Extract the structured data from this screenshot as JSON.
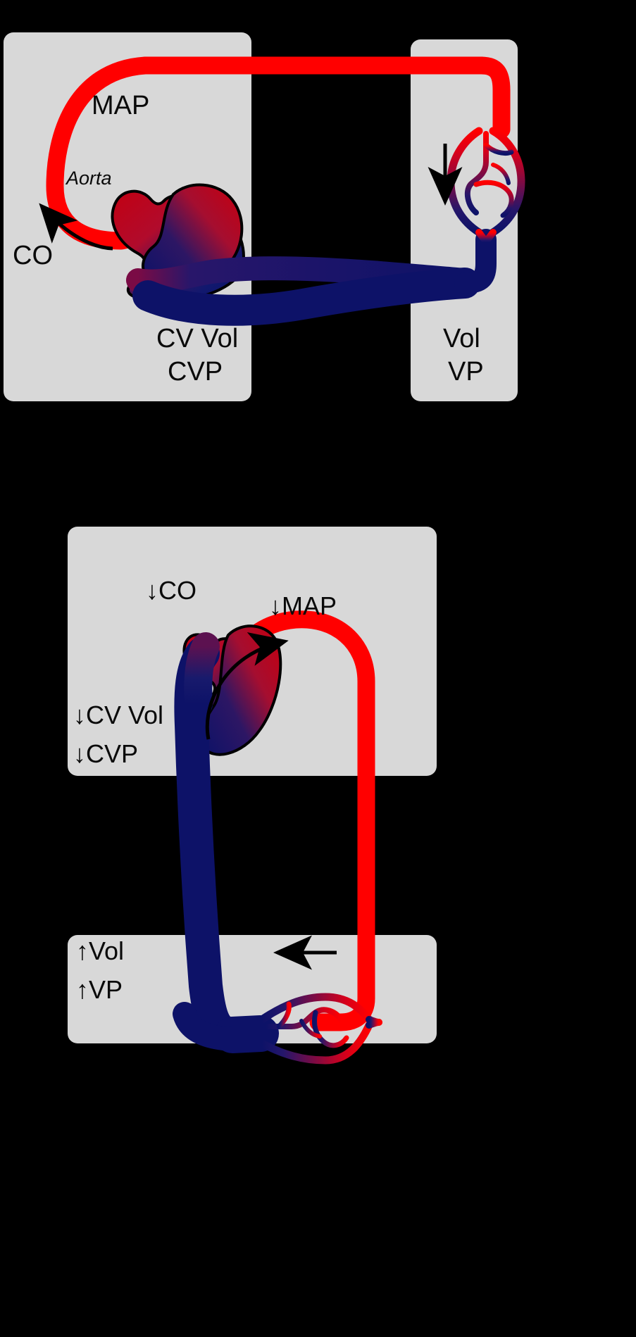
{
  "figure": {
    "background_color": "#000000",
    "panel_color": "#d8d8d8",
    "artery_color": "#ff0000",
    "vein_color": "#0d1268",
    "text_color": "#0a0a0a"
  },
  "diagrams": [
    {
      "id": "normal-circulation",
      "state": "normal",
      "panels": [
        {
          "id": "heart-panel-normal",
          "labels": [
            {
              "name": "map-label",
              "text": "MAP"
            },
            {
              "name": "aorta-label",
              "text": "Aorta"
            },
            {
              "name": "co-label",
              "text": "CO"
            },
            {
              "name": "cv-vol-label",
              "text": "CV Vol"
            },
            {
              "name": "cvp-label",
              "text": "CVP"
            }
          ]
        },
        {
          "id": "capillary-panel-normal",
          "labels": [
            {
              "name": "vol-label",
              "text": "Vol"
            },
            {
              "name": "vp-label",
              "text": "VP"
            }
          ]
        }
      ],
      "arrows": [
        {
          "name": "co-flow-arrow",
          "direction": "up-left"
        },
        {
          "name": "capillary-flow-arrow",
          "direction": "down"
        }
      ]
    },
    {
      "id": "hemorrhage-circulation",
      "state": "decreased-cardiac-output",
      "panels": [
        {
          "id": "heart-panel-hemorrhage",
          "labels": [
            {
              "name": "co-decreased-label",
              "text": "↓CO"
            },
            {
              "name": "map-decreased-label",
              "text": "↓MAP"
            },
            {
              "name": "cv-vol-decreased-label",
              "text": "↓CV Vol"
            },
            {
              "name": "cvp-decreased-label",
              "text": "↓CVP"
            }
          ]
        },
        {
          "id": "capillary-panel-hemorrhage",
          "labels": [
            {
              "name": "vol-increased-label",
              "text": "↑Vol"
            },
            {
              "name": "vp-increased-label",
              "text": "↑VP"
            }
          ]
        }
      ],
      "arrows": [
        {
          "name": "co-flow-arrow",
          "direction": "right"
        },
        {
          "name": "capillary-flow-arrow",
          "direction": "left"
        }
      ]
    }
  ],
  "legend_terms": {
    "MAP": "MAP",
    "CO": "CO",
    "CVP": "CVP",
    "CV Vol": "CV Vol",
    "Vol": "Vol",
    "VP": "VP",
    "Aorta": "Aorta"
  }
}
